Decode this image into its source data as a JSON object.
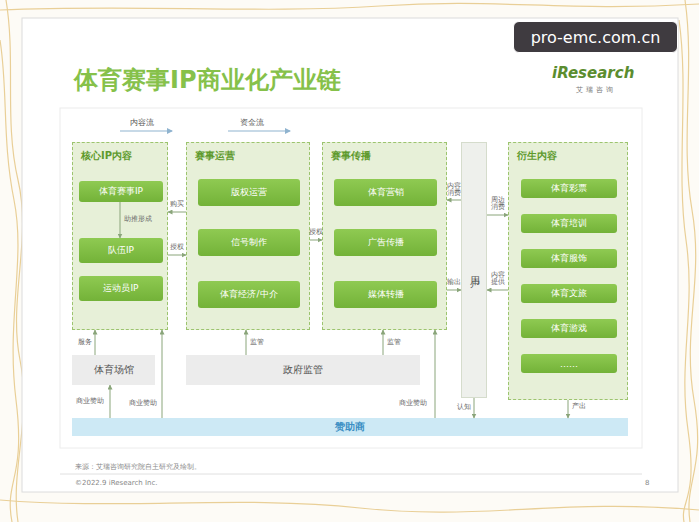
{
  "diagram": {
    "title": "体育赛事IP商业化产业链",
    "caption": "来源：艾瑞咨询研究院自主研究及绘制。",
    "nodes": [
      {
        "text": [
          "核心IP内容"
        ]
      },
      {
        "text": [
          "体育赛事IP"
        ],
        "in": 0
      },
      {
        "text": [
          "队伍IP"
        ],
        "in": 0
      },
      {
        "text": [
          "运动员IP"
        ],
        "in": 0
      },
      {
        "text": [
          "赛事运营"
        ]
      },
      {
        "text": [
          "版权运营"
        ],
        "in": 4
      },
      {
        "text": [
          "信号制作"
        ],
        "in": 4
      },
      {
        "text": [
          "体育经济/中介"
        ],
        "in": 4
      },
      {
        "text": [
          "赛事传播"
        ]
      },
      {
        "text": [
          "体育营销"
        ],
        "in": 8
      },
      {
        "text": [
          "广告传播"
        ],
        "in": 8
      },
      {
        "text": [
          "媒体转播"
        ],
        "in": 8
      },
      {
        "text": [
          "用户"
        ]
      },
      {
        "text": [
          "衍生内容"
        ]
      },
      {
        "text": [
          "体育彩票"
        ],
        "in": 13
      },
      {
        "text": [
          "体育培训"
        ],
        "in": 13
      },
      {
        "text": [
          "体育服饰"
        ],
        "in": 13
      },
      {
        "text": [
          "体育文旅"
        ],
        "in": 13
      },
      {
        "text": [
          "体育游戏"
        ],
        "in": 13
      },
      {
        "text": [
          "……"
        ],
        "in": 13
      },
      {
        "text": [
          "体育场馆"
        ]
      },
      {
        "text": [
          "政府监管"
        ]
      },
      {
        "text": [
          "赞助商"
        ]
      }
    ],
    "edges": [
      {
        "from": 1,
        "to": 2,
        "label": "助推形成",
        "arrow": "to"
      },
      {
        "from": 4,
        "to": 0,
        "label": "购买",
        "arrow": "to"
      },
      {
        "from": 0,
        "to": 4,
        "label": "授权",
        "arrow": "to"
      },
      {
        "from": 4,
        "to": 8,
        "label": "授权",
        "arrow": "to"
      },
      {
        "from": 8,
        "to": 12,
        "label": "输出",
        "arrow": "to"
      },
      {
        "from": 12,
        "to": 8,
        "label": "内容消费",
        "arrow": "to"
      },
      {
        "from": 12,
        "to": 13,
        "label": "周边消费",
        "arrow": "to"
      },
      {
        "from": 13,
        "to": 12,
        "label": "内容提供",
        "arrow": "to"
      },
      {
        "from": 20,
        "to": 0,
        "label": "服务",
        "arrow": "to"
      },
      {
        "from": 21,
        "to": 4,
        "label": "监管",
        "arrow": "to"
      },
      {
        "from": 21,
        "to": 8,
        "label": "监管",
        "arrow": "to"
      },
      {
        "from": 22,
        "to": 20,
        "label": "商业赞助",
        "arrow": "to"
      },
      {
        "from": 22,
        "to": 0,
        "label": "商业赞助",
        "arrow": "to"
      },
      {
        "from": 22,
        "to": 8,
        "label": "商业赞助",
        "arrow": "to"
      },
      {
        "from": 12,
        "to": 22,
        "label": "认知",
        "arrow": "to"
      },
      {
        "from": 13,
        "to": 22,
        "label": "产出",
        "arrow": "to"
      }
    ],
    "labels": [
      "pro-emc.com.cn",
      "iResearch",
      "艾瑞咨询",
      "©2022.9 iResearch Inc.",
      "8"
    ],
    "legend": [
      {
        "text": "内容流"
      },
      {
        "text": "资金流"
      }
    ]
  }
}
